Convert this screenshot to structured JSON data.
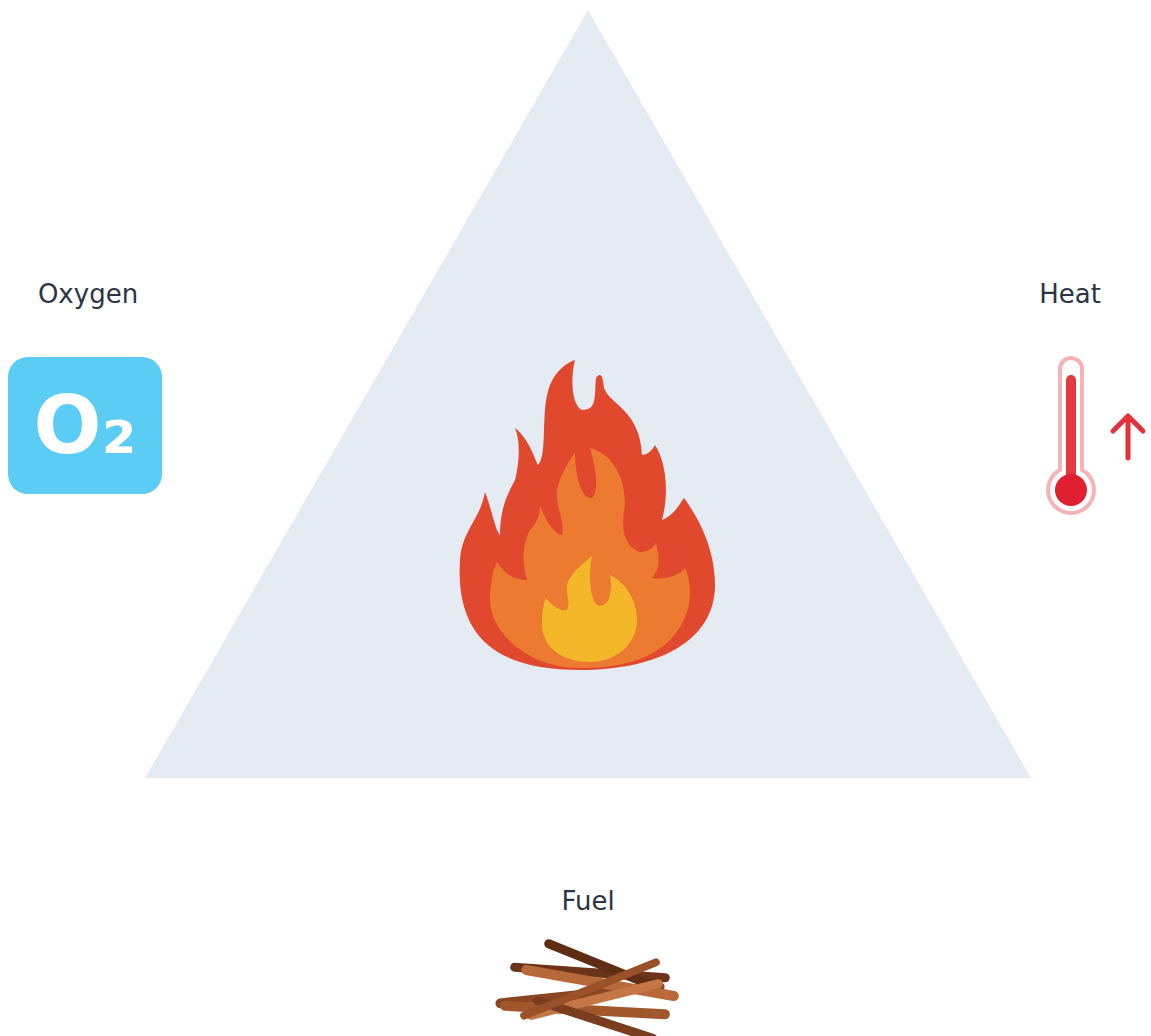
{
  "diagram": {
    "labels": [
      "Oxygen",
      "O₂",
      "Heat",
      "Fuel"
    ]
  }
}
